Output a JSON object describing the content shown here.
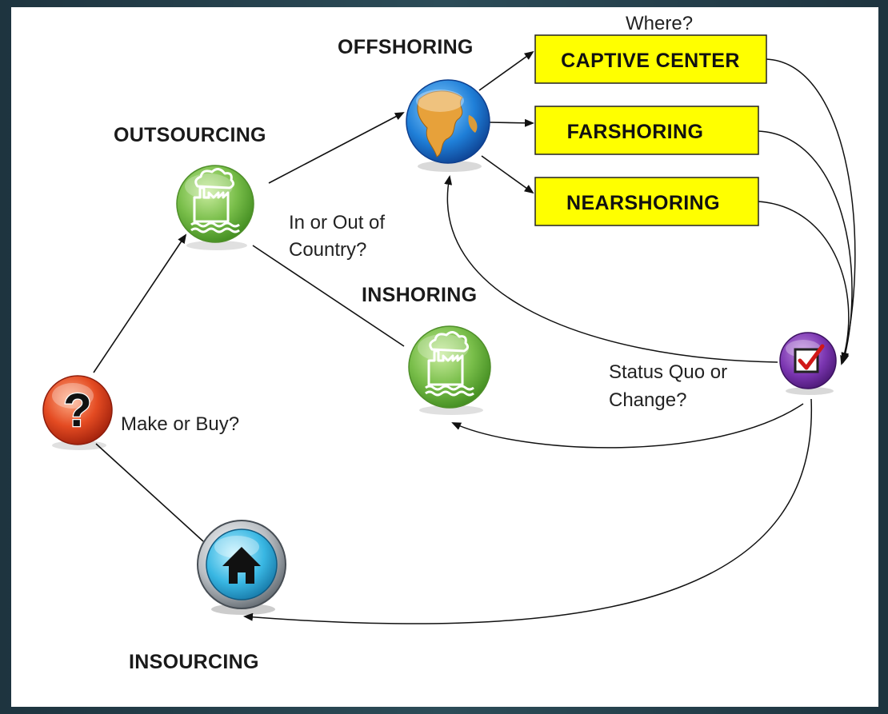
{
  "nodes": {
    "offshoring": "OFFSHORING",
    "outsourcing": "OUTSOURCING",
    "inshoring": "INSHORING",
    "insourcing": "INSOURCING"
  },
  "boxes": {
    "captive_center": "CAPTIVE CENTER",
    "farshoring": "FARSHORING",
    "nearshoring": "NEARSHORING"
  },
  "questions": {
    "where": "Where?",
    "in_or_out_line1": "In or Out of",
    "in_or_out_line2": "Country?",
    "make_or_buy": "Make or Buy?",
    "status_quo_line1": "Status Quo or",
    "status_quo_line2": "Change?"
  },
  "icons": {
    "question": "question-mark-icon",
    "factory": "factory-icon",
    "globe": "globe-icon",
    "home": "home-icon",
    "checkbox": "checkbox-checked-icon"
  },
  "colors": {
    "box_fill": "#ffff00",
    "green_node": "#6db33f",
    "red_node": "#d9351c",
    "blue_node": "#2f8fd8",
    "purple_node": "#6a2a9a",
    "frame": "#223b47"
  }
}
